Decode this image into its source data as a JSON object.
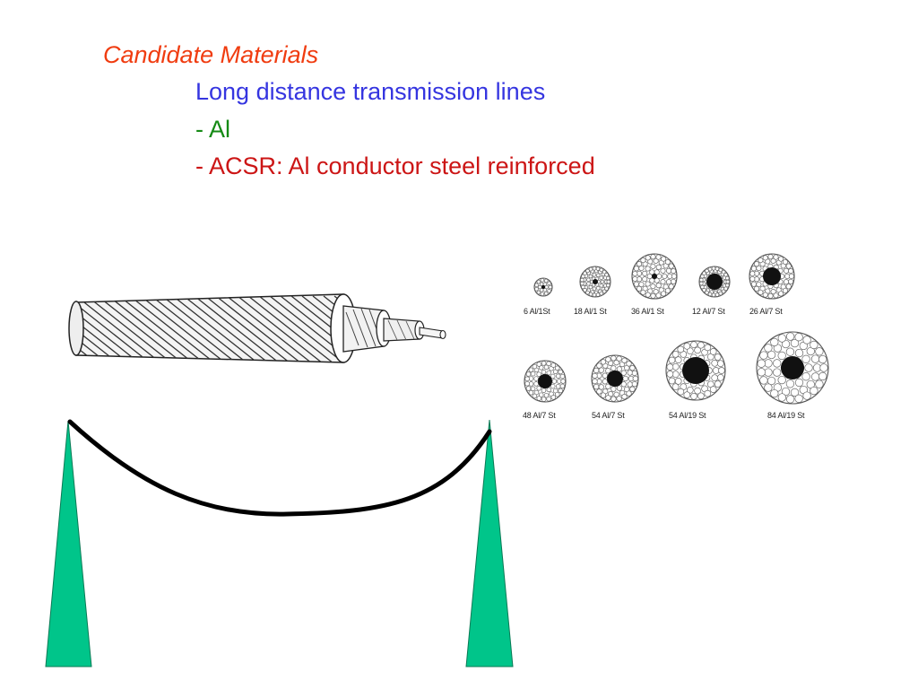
{
  "slide": {
    "title": "Candidate Materials",
    "subtitle": "Long distance transmission lines",
    "bullet_al": "- Al",
    "bullet_acsr": "- ACSR: Al conductor steel reinforced"
  },
  "colors": {
    "title": "#f03c10",
    "subtitle": "#3535e0",
    "bullet_al": "#158a15",
    "bullet_acsr": "#cc1515",
    "tower": "#00c58a"
  },
  "strandings": [
    "6 Al/1St",
    "18 Al/1 St",
    "36 Al/1 St",
    "12 Al/7 St",
    "26 Al/7 St",
    "48 Al/7 St",
    "54 Al/7 St",
    "54 Al/19 St",
    "84 Al/19 St"
  ]
}
